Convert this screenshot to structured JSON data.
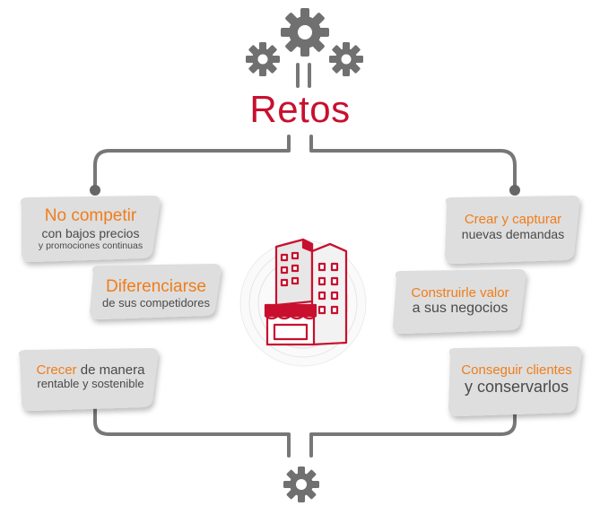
{
  "title": "Retos",
  "colors": {
    "accent": "#c8102e",
    "highlight": "#f07d1a",
    "text": "#4a4a4a",
    "lines": "#777777",
    "card": "#dedede"
  },
  "icons": {
    "top": "gear-cluster-icon",
    "center": "store-building-icon",
    "bottom": "gear-icon"
  },
  "left_items": [
    {
      "highlight": "No competir",
      "line2": "con bajos precios",
      "line3": "y promociones continuas"
    },
    {
      "highlight": "Diferenciarse",
      "line2": "de sus competidores"
    },
    {
      "highlight": "Crecer",
      "rest": " de manera",
      "line2": "rentable y sostenible"
    }
  ],
  "right_items": [
    {
      "highlight": "Crear y capturar",
      "line2": "nuevas demandas"
    },
    {
      "highlight": "Construirle valor",
      "line2": "a sus negocios"
    },
    {
      "highlight": "Conseguir clientes",
      "line2": "y conservarlos"
    }
  ]
}
